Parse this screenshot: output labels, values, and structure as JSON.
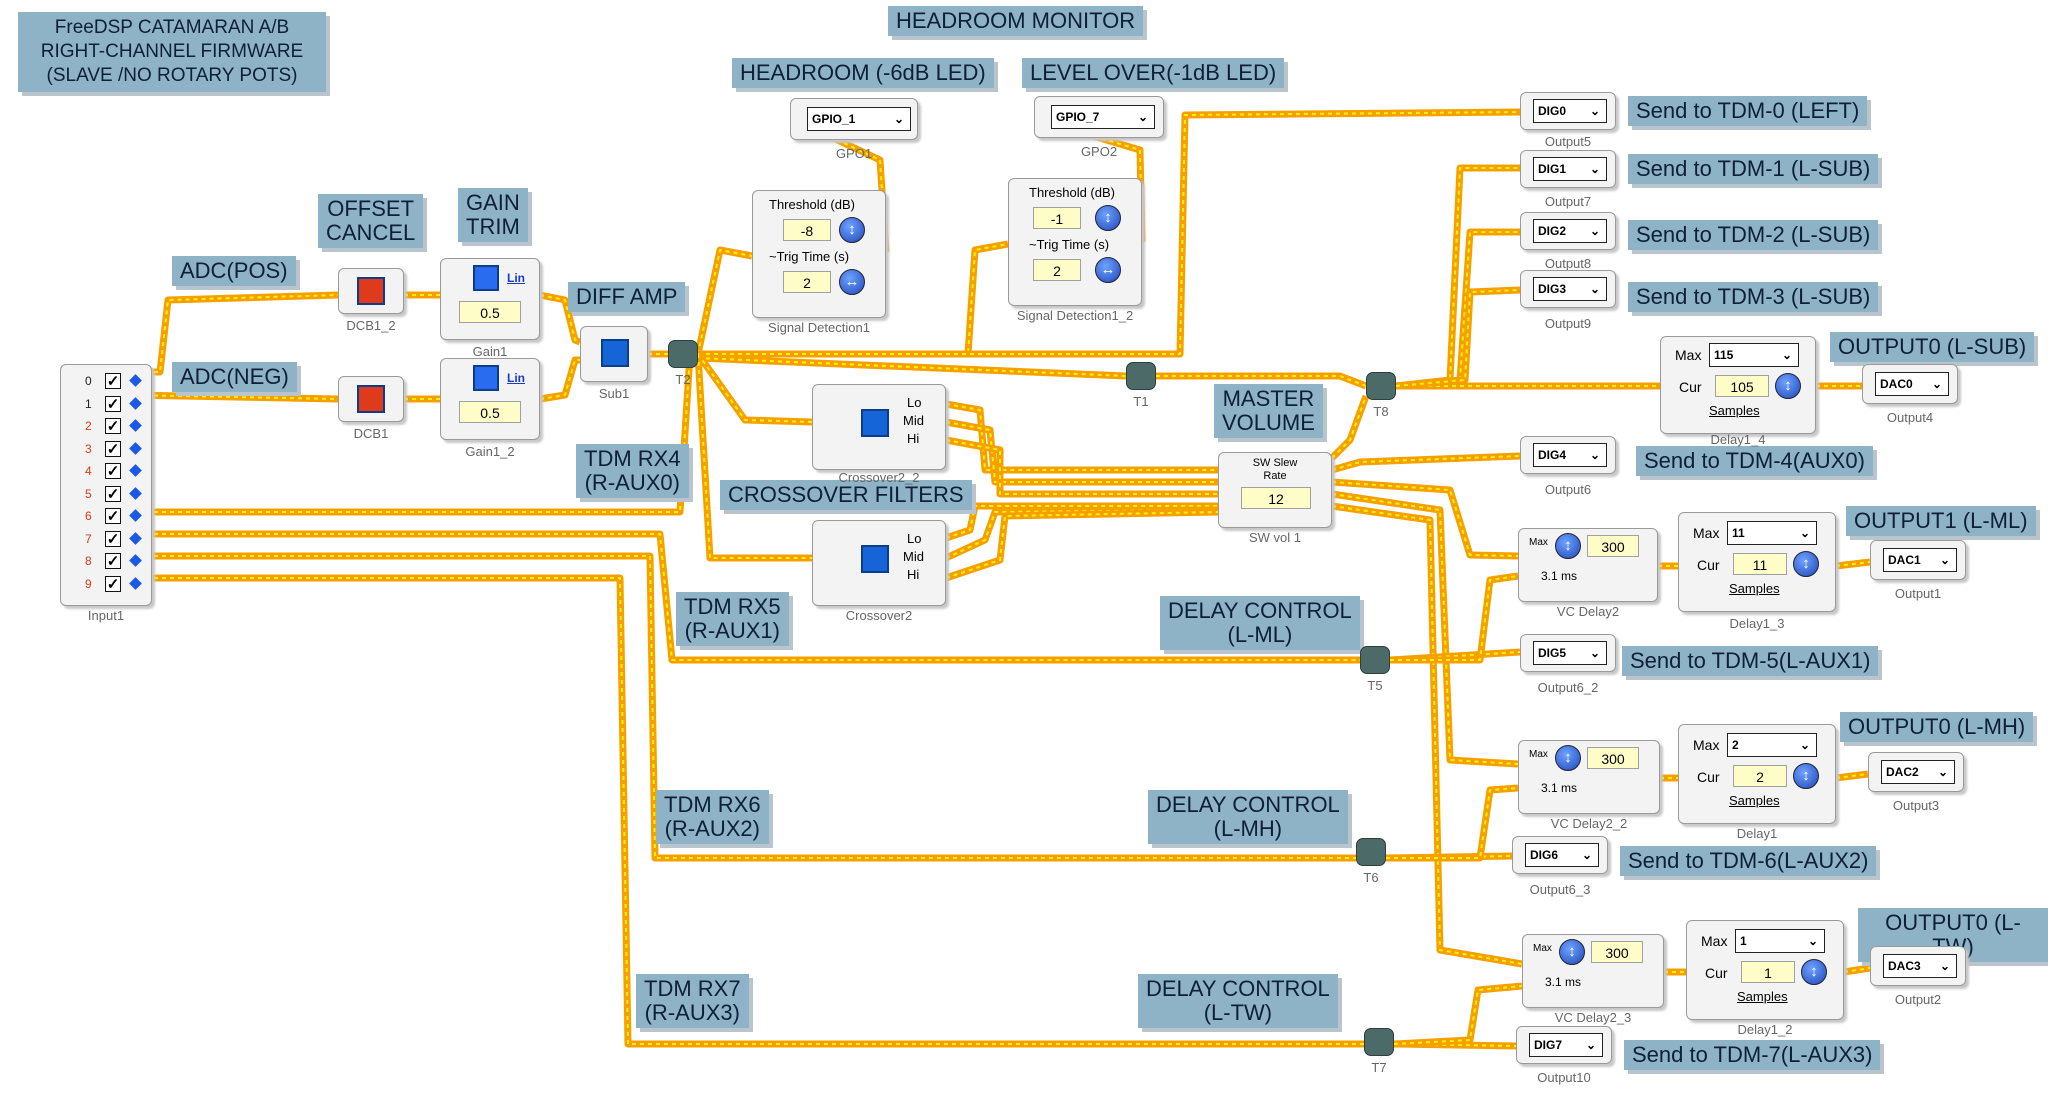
{
  "title_lines": [
    "FreeDSP CATAMARAN A/B",
    "RIGHT-CHANNEL FIRMWARE",
    "(SLAVE /NO ROTARY POTS)"
  ],
  "labels": {
    "headroom_monitor": "HEADROOM  MONITOR",
    "headroom_led": "HEADROOM (-6dB LED)",
    "level_over_led": "LEVEL OVER(-1dB LED)",
    "offset_cancel": "OFFSET\nCANCEL",
    "gain_trim": "GAIN\nTRIM",
    "adc_pos": "ADC(POS)",
    "adc_neg": "ADC(NEG)",
    "diff_amp": "DIFF AMP",
    "tdm_rx4": "TDM RX4\n(R-AUX0)",
    "master_volume": "MASTER\nVOLUME",
    "crossover_filters": "CROSSOVER FILTERS",
    "tdm_rx5": "TDM RX5\n(R-AUX1)",
    "delay_control_ml": "DELAY CONTROL\n(L-ML)",
    "tdm_rx6": "TDM RX6\n(R-AUX2)",
    "delay_control_mh": "DELAY CONTROL\n(L-MH)",
    "tdm_rx7": "TDM RX7\n(R-AUX3)",
    "delay_control_tw": "DELAY  CONTROL\n(L-TW)",
    "send_tdm0": "Send to TDM-0 (LEFT)",
    "send_tdm1": "Send to TDM-1 (L-SUB)",
    "send_tdm2": "Send to TDM-2 (L-SUB)",
    "send_tdm3": "Send to TDM-3 (L-SUB)",
    "output0_sub": "OUTPUT0 (L-SUB)",
    "send_tdm4": "Send to TDM-4(AUX0)",
    "output1_ml": "OUTPUT1 (L-ML)",
    "send_tdm5": "Send  to TDM-5(L-AUX1)",
    "output0_mh": "OUTPUT0 (L-MH)",
    "send_tdm6": "Send to TDM-6(L-AUX2)",
    "output0_tw": "OUTPUT0 (L-TW)",
    "send_tdm7": "Send to TDM-7(L-AUX3)"
  },
  "input_block": {
    "name": "Input1",
    "channels": [
      "0",
      "1",
      "2",
      "3",
      "4",
      "5",
      "6",
      "7",
      "8",
      "9"
    ]
  },
  "blocks": {
    "dcb1_2": "DCB1_2",
    "dcb1": "DCB1",
    "gain1": {
      "name": "Gain1",
      "value": "0.5",
      "mode": "Lin"
    },
    "gain1_2": {
      "name": "Gain1_2",
      "value": "0.5",
      "mode": "Lin"
    },
    "sub1": "Sub1",
    "gpo1": {
      "name": "GPO1",
      "select": "GPIO_1"
    },
    "gpo2": {
      "name": "GPO2",
      "select": "GPIO_7"
    },
    "sigdet1": {
      "name": "Signal Detection1",
      "threshold_label": "Threshold (dB)",
      "threshold": "-8",
      "trig_label": "~Trig Time (s)",
      "trig": "2"
    },
    "sigdet1_2": {
      "name": "Signal Detection1_2",
      "threshold_label": "Threshold (dB)",
      "threshold": "-1",
      "trig_label": "~Trig Time (s)",
      "trig": "2"
    },
    "crossover2_2": {
      "name": "Crossover2_2",
      "ports": [
        "Lo",
        "Mid",
        "Hi"
      ]
    },
    "crossover2": {
      "name": "Crossover2",
      "ports": [
        "Lo",
        "Mid",
        "Hi"
      ]
    },
    "swvol1": {
      "name": "SW vol 1",
      "top": "SW Slew\nRate",
      "value": "12"
    },
    "t1": "T1",
    "t2": "T2",
    "t5": "T5",
    "t6": "T6",
    "t7": "T7",
    "t8": "T8",
    "output5": {
      "name": "Output5",
      "select": "DIG0"
    },
    "output7": {
      "name": "Output7",
      "select": "DIG1"
    },
    "output8": {
      "name": "Output8",
      "select": "DIG2"
    },
    "output9": {
      "name": "Output9",
      "select": "DIG3"
    },
    "output6": {
      "name": "Output6",
      "select": "DIG4"
    },
    "output6_2": {
      "name": "Output6_2",
      "select": "DIG5"
    },
    "output6_3": {
      "name": "Output6_3",
      "select": "DIG6"
    },
    "output10": {
      "name": "Output10",
      "select": "DIG7"
    },
    "output4": {
      "name": "Output4",
      "select": "DAC0"
    },
    "output1": {
      "name": "Output1",
      "select": "DAC1"
    },
    "output3": {
      "name": "Output3",
      "select": "DAC2"
    },
    "output2": {
      "name": "Output2",
      "select": "DAC3"
    },
    "delay1_4": {
      "name": "Delay1_4",
      "max_label": "Max",
      "max": "115",
      "cur_label": "Cur",
      "cur": "105",
      "unit": "Samples"
    },
    "delay1_3": {
      "name": "Delay1_3",
      "max_label": "Max",
      "max": "11",
      "cur_label": "Cur",
      "cur": "11",
      "unit": "Samples"
    },
    "delay1": {
      "name": "Delay1",
      "max_label": "Max",
      "max": "2",
      "cur_label": "Cur",
      "cur": "2",
      "unit": "Samples"
    },
    "delay1_2": {
      "name": "Delay1_2",
      "max_label": "Max",
      "max": "1",
      "cur_label": "Cur",
      "cur": "1",
      "unit": "Samples"
    },
    "vcdelay2": {
      "name": "VC Delay2",
      "max_label": "Max",
      "value": "300",
      "time": "3.1 ms"
    },
    "vcdelay2_2": {
      "name": "VC Delay2_2",
      "max_label": "Max",
      "value": "300",
      "time": "3.1 ms"
    },
    "vcdelay2_3": {
      "name": "VC Delay2_3",
      "max_label": "Max",
      "value": "300",
      "time": "3.1 ms"
    }
  },
  "colors": {
    "wire_outer": "#f5a000",
    "wire_inner": "#fff200",
    "label_bg": "#8fb3c6",
    "block_bg": "#f3f3f3"
  }
}
